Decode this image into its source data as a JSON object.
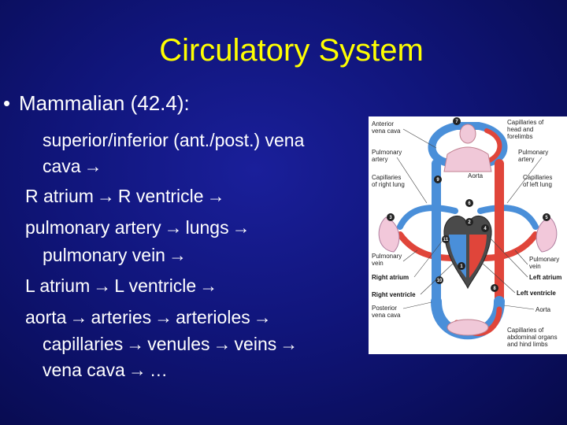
{
  "slide": {
    "title": "Circulatory System",
    "bullet": "•",
    "heading": "Mammalian (42.4):",
    "arrow": "→",
    "lines": [
      [
        "superior/inferior (ant./post.) vena"
      ],
      [
        "cava",
        ""
      ],
      [
        "R atrium",
        "R ventricle",
        ""
      ],
      [
        "pulmonary artery",
        "lungs",
        ""
      ],
      [
        "pulmonary vein",
        ""
      ],
      [
        "L atrium",
        "L ventricle",
        ""
      ],
      [
        "aorta",
        "arteries",
        "arterioles",
        ""
      ],
      [
        "capillaries",
        "venules",
        "veins",
        ""
      ],
      [
        "vena cava",
        "…"
      ]
    ]
  },
  "diagram": {
    "labels": {
      "anterior_vena_cava": [
        "Anterior",
        "vena cava"
      ],
      "capillaries_head": [
        "Capillaries of",
        "head and",
        "forelimbs"
      ],
      "pulmonary_artery_left": [
        "Pulmonary",
        "artery"
      ],
      "pulmonary_artery_right": [
        "Pulmonary",
        "artery"
      ],
      "aorta_top": "Aorta",
      "capillaries_right_lung": [
        "Capillaries",
        "of right lung"
      ],
      "capillaries_left_lung": [
        "Capillaries",
        "of left lung"
      ],
      "pulmonary_vein_left": [
        "Pulmonary",
        "vein"
      ],
      "pulmonary_vein_right": [
        "Pulmonary",
        "vein"
      ],
      "right_atrium": "Right atrium",
      "left_atrium": "Left atrium",
      "right_ventricle": "Right ventricle",
      "left_ventricle": "Left ventricle",
      "posterior_vena_cava": [
        "Posterior",
        "vena cava"
      ],
      "aorta_bottom": "Aorta",
      "capillaries_abdominal": [
        "Capillaries of",
        "abdominal organs",
        "and hind limbs"
      ]
    },
    "step_numbers": [
      "1",
      "2",
      "3",
      "4",
      "5",
      "6",
      "7",
      "8",
      "9",
      "10",
      "11"
    ],
    "colors": {
      "oxygenated": "#e0453a",
      "deoxygenated": "#4a8fd9",
      "tissue": "#f0c8d8"
    }
  }
}
